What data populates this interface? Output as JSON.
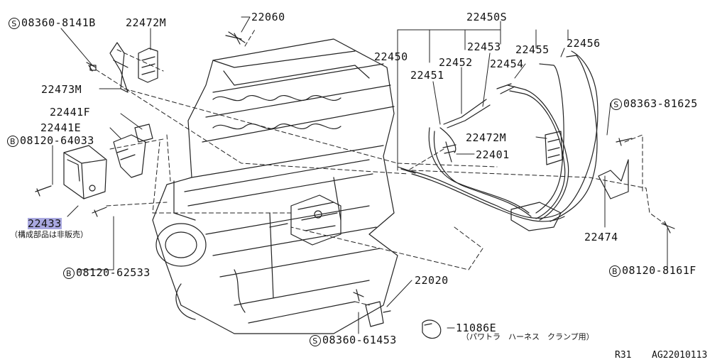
{
  "labels": {
    "bolt_08360_8141B": {
      "prefix": "S",
      "code": "08360-8141B"
    },
    "bracket_22472M_top": "22472M",
    "sensor_22060": "22060",
    "harness_22450S": "22450S",
    "bracket_22473M": "22473M",
    "cord_22450": "22450",
    "cord_22453": "22453",
    "cord_22455": "22455",
    "cord_22456": "22456",
    "cord_22452": "22452",
    "cord_22454": "22454",
    "cord_22451": "22451",
    "clamp_22441F": "22441F",
    "clamp_22441E": "22441E",
    "bolt_08363_81625": {
      "prefix": "S",
      "code": "08363-81625"
    },
    "bolt_08120_64033": {
      "prefix": "B",
      "code": "08120-64033"
    },
    "bracket_22472M_mid": "22472M",
    "plug_22401": "22401",
    "coil_22433": "22433",
    "coil_note": "（構成部品は非販売）",
    "bracket_22474": "22474",
    "bolt_08120_62533": {
      "prefix": "B",
      "code": "08120-62533"
    },
    "bolt_08120_8161F": {
      "prefix": "B",
      "code": "08120-8161F"
    },
    "sensor_22020": "22020",
    "clip_11086E": "11086E",
    "clip_note": "（パワトラ　ハーネス　クランプ用）",
    "bolt_08360_61453": {
      "prefix": "S",
      "code": "08360-61453"
    }
  },
  "footer": {
    "model": "R31",
    "ref": "AG22010113"
  },
  "colors": {
    "highlight": "#a9a8e0",
    "ink": "#111111"
  }
}
